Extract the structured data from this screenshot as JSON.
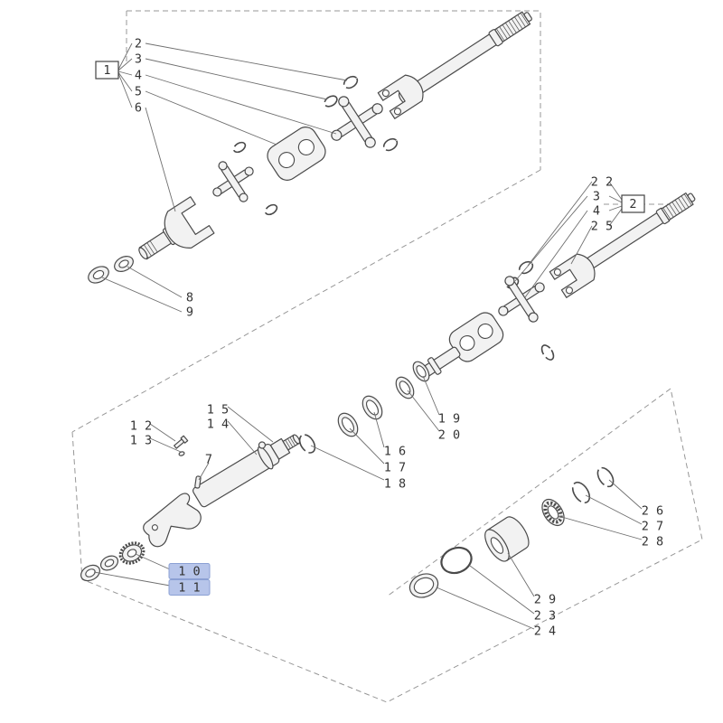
{
  "meta": {
    "title": "Exploded parts diagram - front axle shaft assemblies"
  },
  "colors": {
    "line": "#4a4a4a",
    "dashed_boundary": "#979797",
    "part_fill": "#f2f2f2",
    "highlight_fill": "#b7c5ea",
    "highlight_border": "#8ba0d4",
    "label_text": "#333333"
  },
  "assembly_refs": {
    "box1": "1",
    "box2": "2"
  },
  "callouts": {
    "c2": "2",
    "c3": "3",
    "c4": "4",
    "c5": "5",
    "c6": "6",
    "c8": "8",
    "c9": "9",
    "c22": "2 2",
    "c3b": "3",
    "c4b": "4",
    "c25": "2 5",
    "c19": "1 9",
    "c20": "2 0",
    "c16": "1 6",
    "c17": "1 7",
    "c18": "1 8",
    "c15": "1 5",
    "c14": "1 4",
    "c12": "1 2",
    "c13": "1 3",
    "c7": "7",
    "c10": "1 0",
    "c11": "1 1",
    "c26": "2 6",
    "c27": "2 7",
    "c28": "2 8",
    "c29": "2 9",
    "c23": "2 3",
    "c24": "2 4"
  }
}
